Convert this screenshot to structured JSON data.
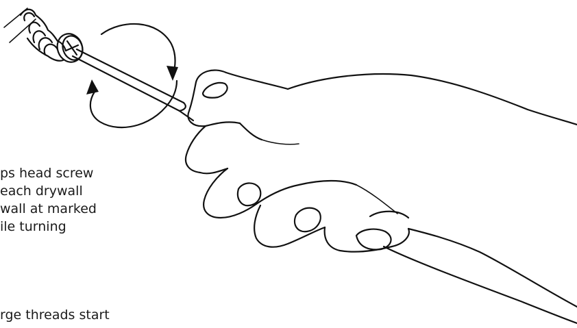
{
  "instructions": {
    "step_text_lines": [
      "ps head screw",
      "each drywall",
      "wall at marked",
      "ile turning"
    ],
    "next_step_text": "rge threads start"
  },
  "colors": {
    "line": "#111111",
    "background": "#ffffff",
    "text": "#1a1a1a"
  },
  "icons": {
    "rotation": "rotate-arrows-icon",
    "screw": "drywall-anchor-icon",
    "tool": "screwdriver-icon",
    "hand": "hand-illustration"
  }
}
